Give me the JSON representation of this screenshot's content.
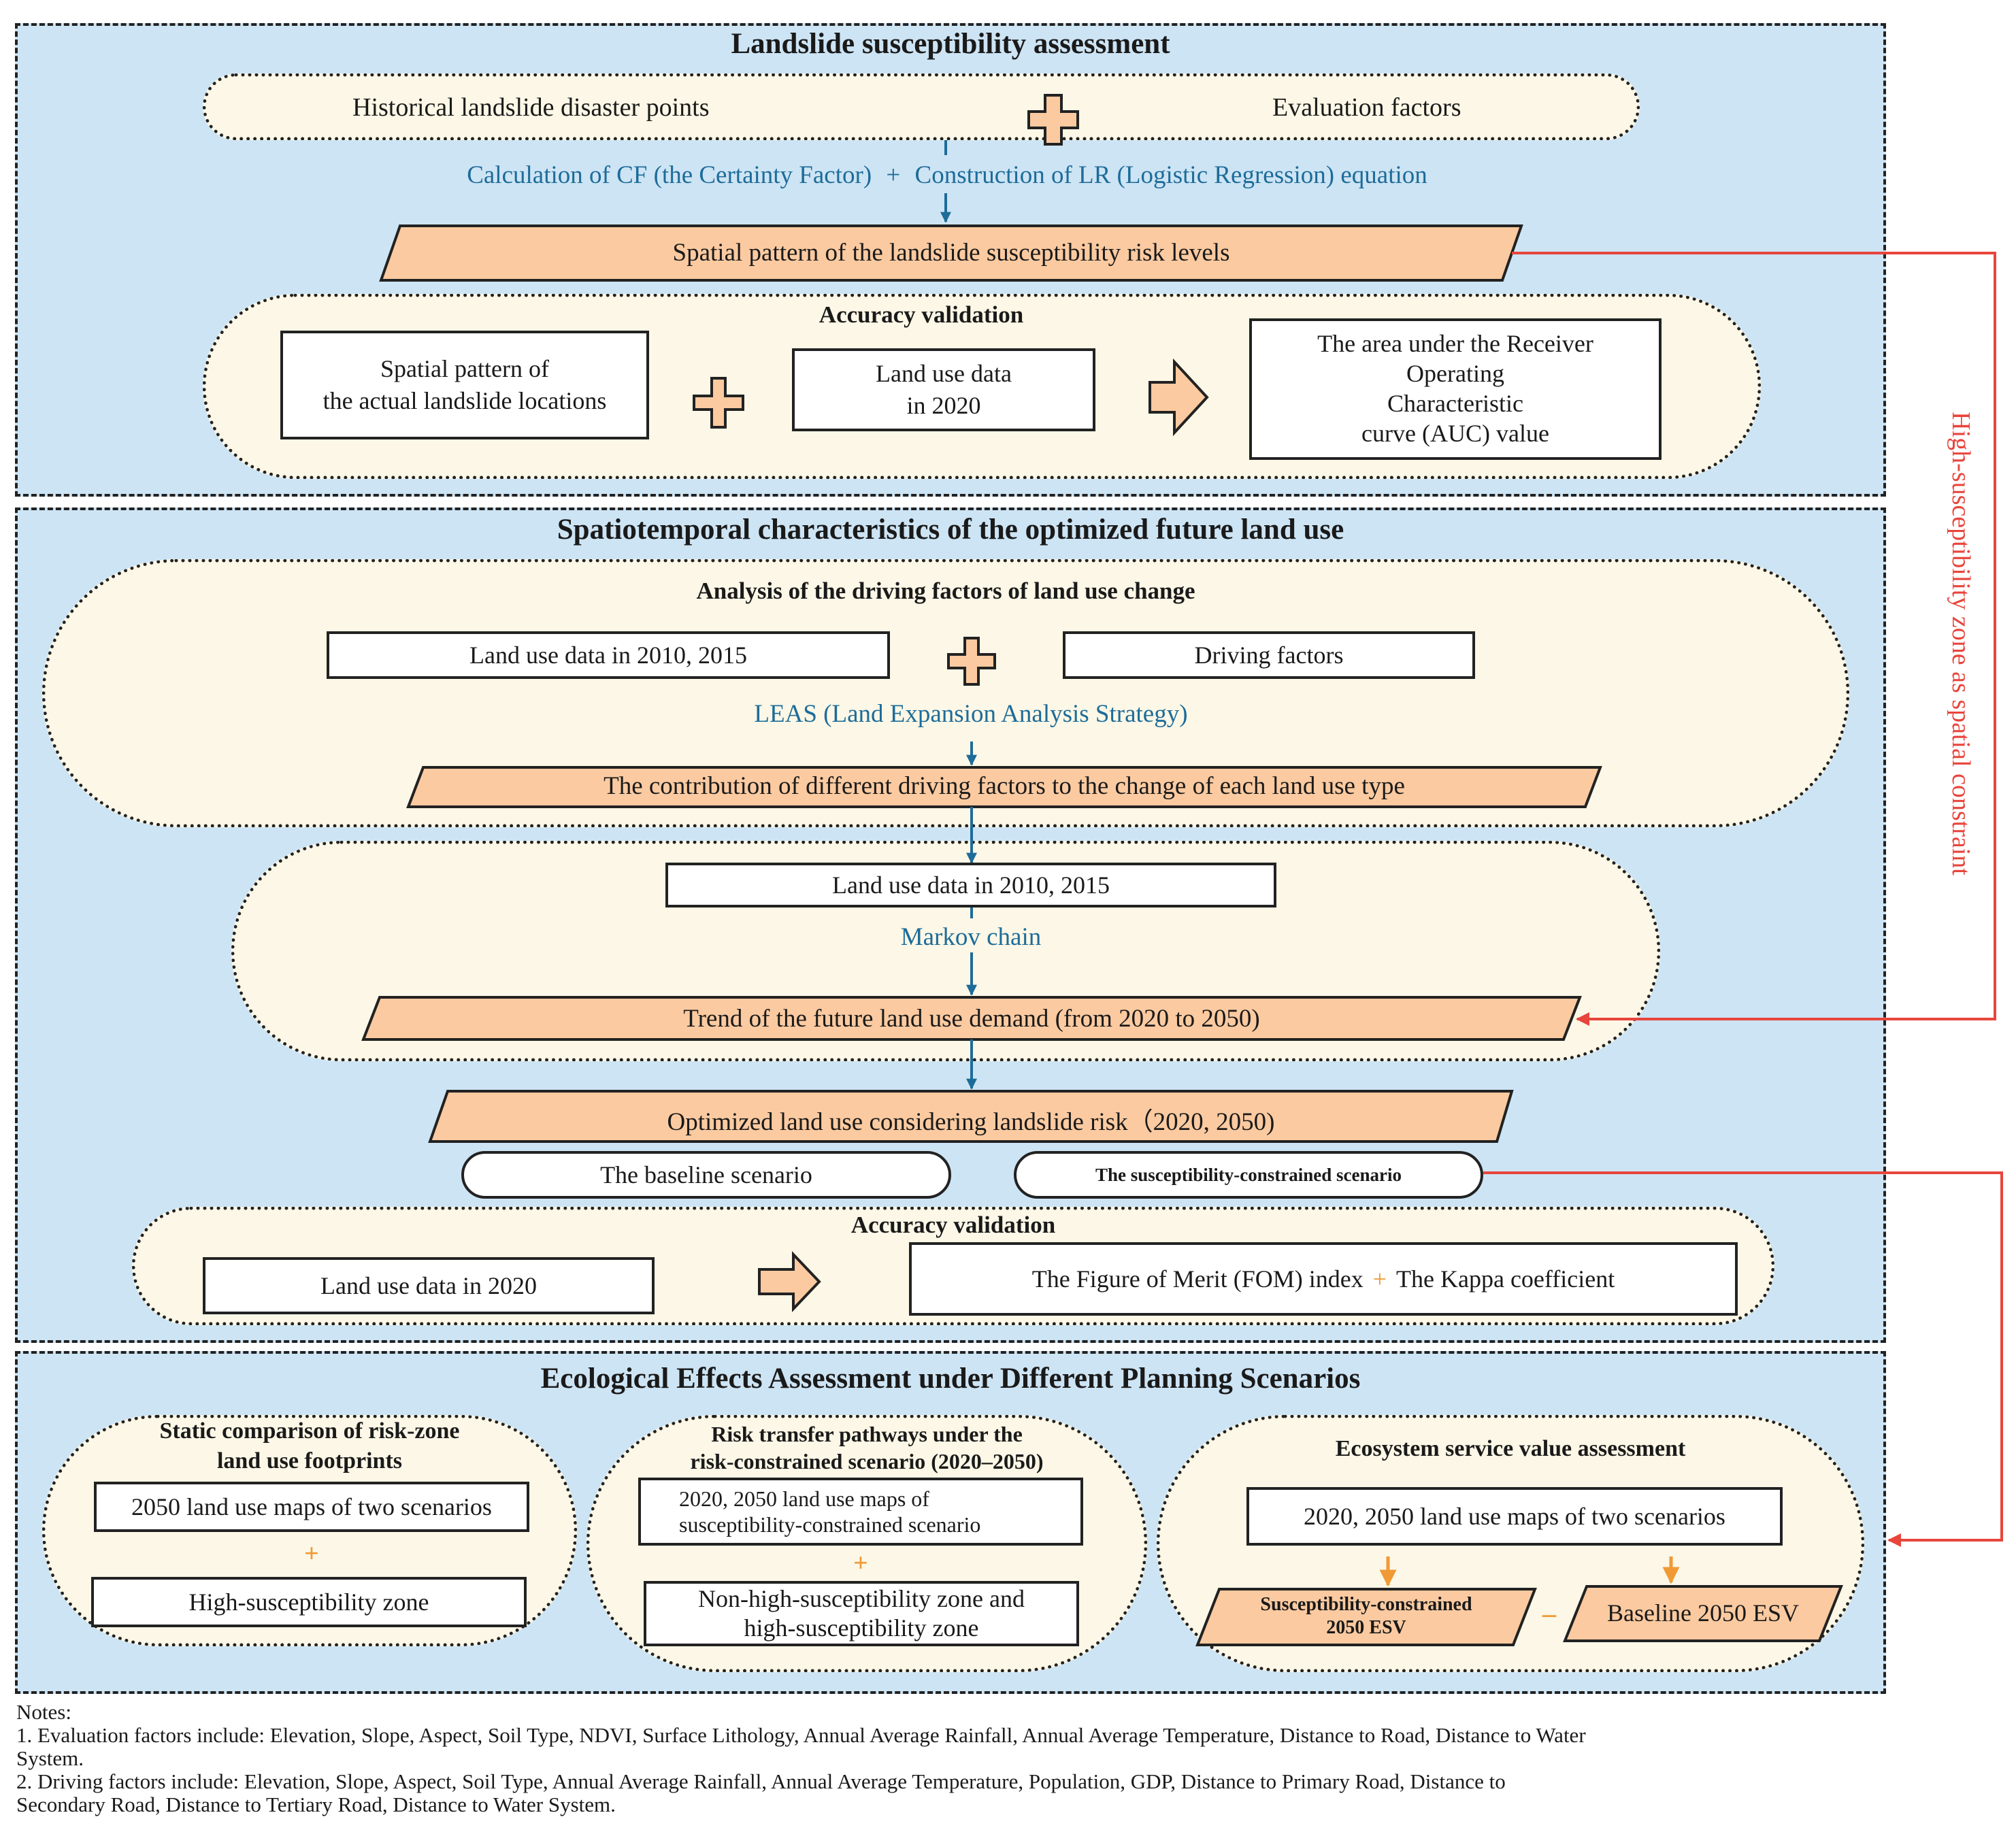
{
  "colors": {
    "section_bg": "#cde4f4",
    "pill_bg": "#fcf7e6",
    "para_fill": "#fbcaa0",
    "arrow_blue": "#1d6c99",
    "plus_fill": "#fbcaa0",
    "red_line": "#e8453c",
    "orange_text": "#f09a36"
  },
  "side_label": "High-susceptibility zone as spatial constraint",
  "section1": {
    "title": "Landslide susceptibility assessment",
    "input_left": "Historical landslide disaster points",
    "input_right": "Evaluation factors",
    "method_cf": "Calculation of CF (the Certainty Factor)",
    "method_plus": "+",
    "method_lr": "Construction of LR (Logistic Regression) equation",
    "result": "Spatial pattern of the landslide susceptibility risk levels",
    "validation_title": "Accuracy validation",
    "val_box1_line1": "Spatial pattern of",
    "val_box1_line2": "the actual landslide locations",
    "val_box2_line1": "Land use data",
    "val_box2_line2": "in 2020",
    "val_box3_line1": "The area under the Receiver",
    "val_box3_line2": "Operating",
    "val_box3_line3": "Characteristic",
    "val_box3_line4": "curve (AUC) value"
  },
  "section2": {
    "title": "Spatiotemporal characteristics of the optimized future land use",
    "drivers_title": "Analysis of the driving factors of land use change",
    "landuse_box": "Land use data in 2010, 2015",
    "drivers_box": "Driving factors",
    "leas": "LEAS (Land Expansion Analysis Strategy)",
    "contribution": "The contribution of different driving factors to the change of each land use type",
    "markov_input": "Land use data in 2010, 2015",
    "markov": "Markov chain",
    "demand": "Trend of the future land use demand (from 2020 to 2050)",
    "optimized": "Optimized land use considering landslide risk（2020, 2050)",
    "baseline": "The baseline scenario",
    "constrained": "The susceptibility-constrained scenario",
    "validation_title": "Accuracy validation",
    "val_input": "Land use data in 2020",
    "fom": "The Figure of Merit (FOM) index",
    "plus": "+",
    "kappa": "The Kappa coefficient"
  },
  "section3": {
    "title": "Ecological Effects Assessment under Different Planning Scenarios",
    "static_title_line1": "Static comparison of risk-zone",
    "static_title_line2": "land use footprints",
    "static_box1": "2050 land use maps of two scenarios",
    "static_plus": "+",
    "static_box2": "High-susceptibility zone",
    "transfer_title_line1": "Risk transfer pathways under the",
    "transfer_title_line2": "risk-constrained scenario (2020–2050)",
    "transfer_box1_line1": "2020, 2050 land use maps of",
    "transfer_box1_line2": "susceptibility-constrained scenario",
    "transfer_plus": "+",
    "transfer_box2_line1": "Non-high-susceptibility zone and",
    "transfer_box2_line2": "high-susceptibility zone",
    "esv_title": "Ecosystem service value assessment",
    "esv_box": "2020, 2050 land use maps of two scenarios",
    "esv_left_line1": "Susceptibility-constrained",
    "esv_left_line2": "2050 ESV",
    "esv_minus": "–",
    "esv_right": "Baseline 2050 ESV"
  },
  "notes": {
    "heading": "Notes:",
    "note1": "1. Evaluation factors include: Elevation, Slope, Aspect, Soil Type, NDVI, Surface Lithology, Annual Average Rainfall, Annual Average Temperature, Distance to Road, Distance to Water\nSystem.",
    "note2": "2. Driving factors include: Elevation, Slope, Aspect, Soil Type, Annual Average Rainfall, Annual Average Temperature, Population, GDP, Distance to Primary Road, Distance to\nSecondary Road, Distance to Tertiary Road, Distance to Water System."
  }
}
